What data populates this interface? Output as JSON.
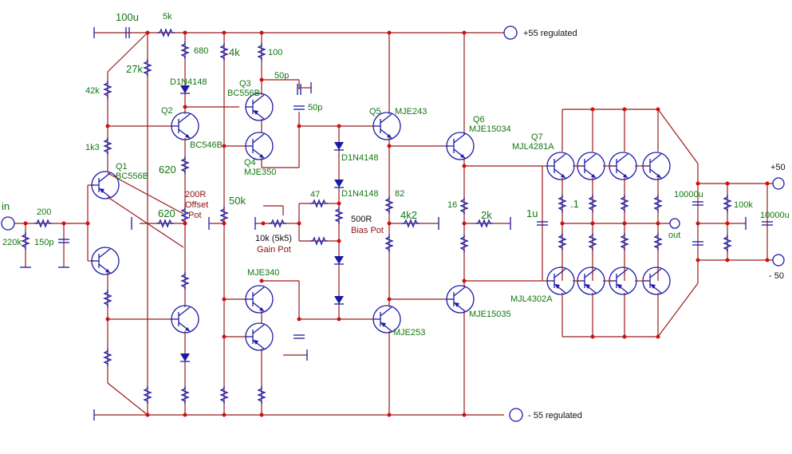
{
  "labels": {
    "c_100u": "100u",
    "r_5k": "5k",
    "r_27k": "27k",
    "r_42k": "42k",
    "r_1k3": "1k3",
    "q1": "Q1",
    "q1_part": "BC556B",
    "q2": "Q2",
    "q2_part": "BC546B",
    "r_680": "680",
    "d1": "D1N4148",
    "r_4k": "4k",
    "r_100": "100",
    "q3": "Q3",
    "q3_part": "BC556B",
    "q4": "Q4",
    "q4_part": "MJE350",
    "c_50p_a": "50p",
    "c_50p_b": "50p",
    "r_620_a": "620",
    "r_620_b": "620",
    "pot_offset_value": "200R",
    "pot_offset_name": "Offset",
    "pot_offset_word": "Pot",
    "in": "in",
    "r_200": "200",
    "r_220k": "220k",
    "c_150p": "150p",
    "r_50k": "50k",
    "r_47": "47",
    "pot_gain_value": "10k (5k5)",
    "pot_gain_name": "Gain Pot",
    "d2": "D1N4148",
    "d3": "D1N4148",
    "pot_bias_value": "500R",
    "pot_bias_name": "Bias Pot",
    "q5": "Q5",
    "q5_part": "MJE243",
    "r_82": "82",
    "r_4k2": "4k2",
    "mje340": "MJE340",
    "mje253": "MJE253",
    "q6": "Q6",
    "q6_part": "MJE15034",
    "r_16": "16",
    "r_2k": "2k",
    "mje15035": "MJE15035",
    "c_1u": "1u",
    "r_0_1": ".1",
    "q7": "Q7",
    "q7_part": "MJL4281A",
    "mjl4302a": "MJL4302A",
    "out": "out",
    "c_10000u_a": "10000u",
    "r_100k": "100k",
    "c_10000u_b": "10000u",
    "plus50": "+50",
    "minus50": "- 50",
    "plus55": "+55 regulated",
    "minus55": "- 55 regulated"
  }
}
